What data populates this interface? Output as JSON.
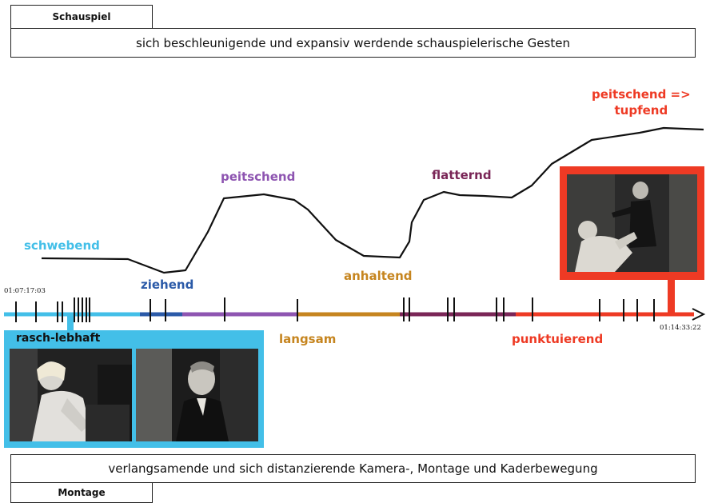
{
  "top_panel": {
    "tag": "Schauspiel",
    "banner": "sich beschleunigende und expansiv werdende schauspielerische Gesten"
  },
  "bottom_panel": {
    "tag": "Montage",
    "banner": "verlangsamende und sich distanzierende Kamera-, Montage und Kaderbewegung"
  },
  "acting_curve": {
    "labels": {
      "schwebend": "schwebend",
      "peitschend": "peitschend",
      "flatternd": "flatternd",
      "peitschend_tupfend_1": "peitschend =>",
      "peitschend_tupfend_2": "tupfend"
    }
  },
  "timeline": {
    "start_time": "01:07:17:03",
    "end_time": "01:14:33:22",
    "segments": [
      {
        "label": "rasch-lebhaft",
        "color": "#43bfe8"
      },
      {
        "label": "ziehend",
        "color": "#2b5aa8"
      },
      {
        "label": "langsam",
        "color": "#c6851f"
      },
      {
        "label": "anhaltend",
        "color": "#c6851f"
      },
      {
        "label": "punktuierend",
        "color": "#ee3a24"
      }
    ]
  },
  "colors": {
    "schwebend": "#43bfe8",
    "ziehend": "#2b5aa8",
    "peitschend": "#8e55b1",
    "anhaltend": "#c6851f",
    "flatternd": "#7a2657",
    "punktuierend": "#ee3a24"
  },
  "stills": {
    "left_a": "film still: girl in light dress seated on sofa",
    "left_b": "film still: smiling man in suit",
    "right": "film still: man standing over woman reclining in chair"
  }
}
